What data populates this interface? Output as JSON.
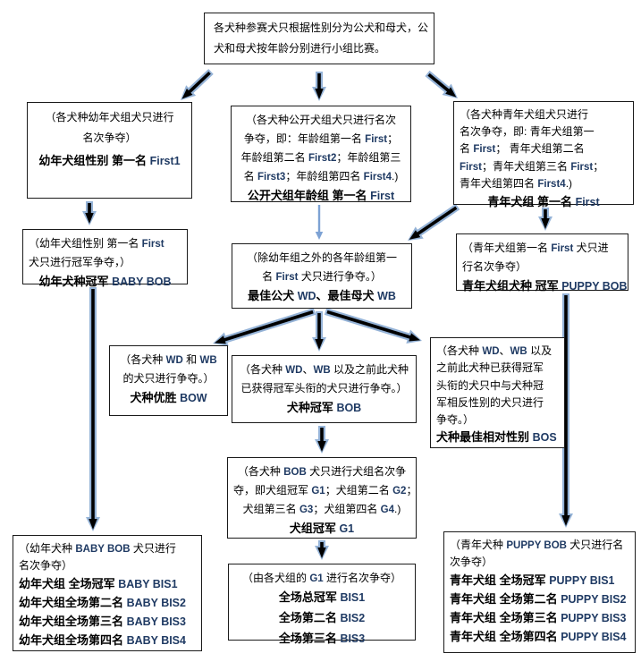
{
  "diagram": {
    "accent_color": "#1f3a63",
    "arrow_core_color": "#000000",
    "arrow_edge_color": "#95b3d7",
    "thin_arrow_color": "#7da2d4",
    "boxes": {
      "top": {
        "lines": [
          {
            "t": "各犬种参赛犬只根据性别分为公犬和母犬，公"
          },
          {
            "t": "犬和母犬按年龄分别进行小组比赛。"
          }
        ]
      },
      "baby1": {
        "lines": [
          {
            "t": "（各犬种幼年犬组犬只进行"
          },
          {
            "t": "名次争夺）"
          },
          {
            "t": "幼年犬组性别 第一名 First1",
            "b": true
          }
        ]
      },
      "open": {
        "lines": [
          {
            "t": "（各犬种公开犬组犬只进行名次"
          },
          {
            "t": "争夺，即：年龄组第一名 First；"
          },
          {
            "t": "年龄组第二名 First2；年龄组第三"
          },
          {
            "t": "名 First3；年龄组第四名 First4.)"
          },
          {
            "t": "公开犬组年龄组 第一名 First",
            "b": true
          }
        ]
      },
      "puppy1": {
        "lines": [
          {
            "t": "（各犬种青年犬组犬只进行"
          },
          {
            "t": "名次争夺，即: 青年犬组第一"
          },
          {
            "t": "名 First； 青年犬组第二名"
          },
          {
            "t": "First；青年犬组第三名 First；"
          },
          {
            "t": "青年犬组第四名 First4.)"
          },
          {
            "t": "青年犬组 第一名 First",
            "b": true,
            "a": "c"
          }
        ]
      },
      "baby2": {
        "lines": [
          {
            "t": "（幼年犬组性别 第一名 First"
          },
          {
            "t": "犬只进行冠军争夺，）"
          },
          {
            "t": "幼年犬种冠军 BABY BOB",
            "b": true,
            "a": "c"
          }
        ]
      },
      "wdwb": {
        "lines": [
          {
            "t": "（除幼年组之外的各年龄组第一"
          },
          {
            "t": "名 First 犬只进行争夺。）"
          },
          {
            "t": "最佳公犬 WD、最佳母犬 WB",
            "b": true
          }
        ]
      },
      "puppy2": {
        "lines": [
          {
            "t": "（青年犬组第一名 First 犬只进"
          },
          {
            "t": "行名次争夺）"
          },
          {
            "t": "青年犬组犬种 冠军 PUPPY BOB",
            "b": true
          }
        ]
      },
      "bow": {
        "lines": [
          {
            "t": "（各犬种 WD 和 WB"
          },
          {
            "t": "的犬只进行争夺。）"
          },
          {
            "t": "犬种优胜 BOW",
            "b": true
          }
        ]
      },
      "bob": {
        "lines": [
          {
            "t": "（各犬种 WD、WB 以及之前此犬种"
          },
          {
            "t": "已获得冠军头衔的犬只进行争夺。）"
          },
          {
            "t": "犬种冠军 BOB",
            "b": true
          }
        ]
      },
      "bos": {
        "lines": [
          {
            "t": "（各犬种 WD、WB 以及"
          },
          {
            "t": "之前此犬种已获得冠军"
          },
          {
            "t": "头衔的犬只中与犬种冠"
          },
          {
            "t": "军相反性别的犬只进行"
          },
          {
            "t": "争夺。）"
          },
          {
            "t": "犬种最佳相对性别 BOS",
            "b": true
          }
        ]
      },
      "g1": {
        "lines": [
          {
            "t": "（各犬种 BOB 犬只进行犬组名次争"
          },
          {
            "t": "夺，即犬组冠军 G1；犬组第二名 G2；"
          },
          {
            "t": "犬组第三名 G3；犬组第四名 G4.)"
          },
          {
            "t": "犬组冠军 G1",
            "b": true
          }
        ]
      },
      "bis": {
        "lines": [
          {
            "t": "（由各犬组的 G1 进行名次争夺）"
          },
          {
            "t": "全场总冠军 BIS1",
            "b": true
          },
          {
            "t": "全场第二名 BIS2",
            "b": true
          },
          {
            "t": "全场第三名 BIS3",
            "b": true
          }
        ]
      },
      "babyfinal": {
        "lines": [
          {
            "t": "（幼年犬种 BABY BOB 犬只进行"
          },
          {
            "t": "名次争夺）"
          },
          {
            "t": "幼年犬组 全场冠军  BABY BIS1",
            "b": true
          },
          {
            "t": "幼年犬组全场第二名 BABY BIS2",
            "b": true
          },
          {
            "t": "幼年犬组全场第三名 BABY BIS3",
            "b": true
          },
          {
            "t": "幼年犬组全场第四名 BABY BIS4",
            "b": true
          }
        ]
      },
      "puppyfinal": {
        "lines": [
          {
            "t": "（青年犬种 PUPPY BOB 犬只进行名"
          },
          {
            "t": "次争夺）"
          },
          {
            "t": "青年犬组  全场冠军 PUPPY BIS1",
            "b": true
          },
          {
            "t": "青年犬组 全场第二名 PUPPY BIS2",
            "b": true
          },
          {
            "t": "青年犬组 全场第三名 PUPPY BIS3",
            "b": true
          },
          {
            "t": "青年犬组 全场第四名 PUPPY BIS4",
            "b": true
          }
        ]
      }
    }
  }
}
